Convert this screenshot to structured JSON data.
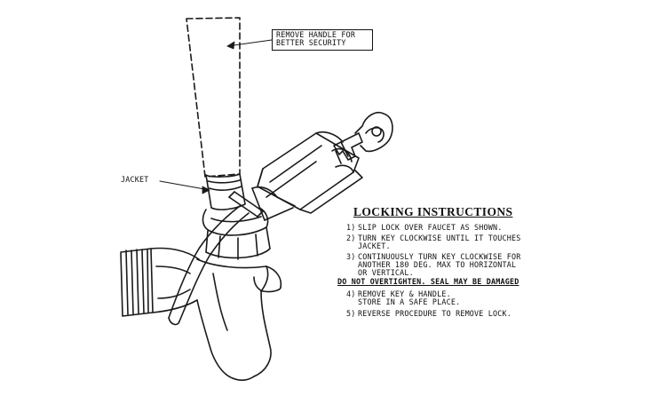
{
  "callouts": {
    "handle_note_line1": "REMOVE HANDLE FOR",
    "handle_note_line2": "BETTER SECURITY",
    "jacket": "JACKET"
  },
  "instructions": {
    "title": "LOCKING INSTRUCTIONS",
    "steps": [
      {
        "num": "1)",
        "lines": [
          "SLIP LOCK OVER FAUCET AS SHOWN."
        ]
      },
      {
        "num": "2)",
        "lines": [
          "TURN KEY CLOCKWISE UNTIL IT TOUCHES",
          "JACKET."
        ]
      },
      {
        "num": "3)",
        "lines": [
          "CONTINUOUSLY TURN KEY CLOCKWISE FOR",
          "ANOTHER 180 DEG. MAX TO HORIZONTAL",
          "OR VERTICAL."
        ]
      },
      {
        "num": "4)",
        "lines": [
          "REMOVE KEY & HANDLE.",
          "STORE IN A SAFE PLACE."
        ]
      },
      {
        "num": "5)",
        "lines": [
          "REVERSE PROCEDURE TO REMOVE LOCK."
        ]
      }
    ],
    "warning": "DO NOT OVERTIGHTEN.  SEAL MAY BE DAMAGED"
  }
}
